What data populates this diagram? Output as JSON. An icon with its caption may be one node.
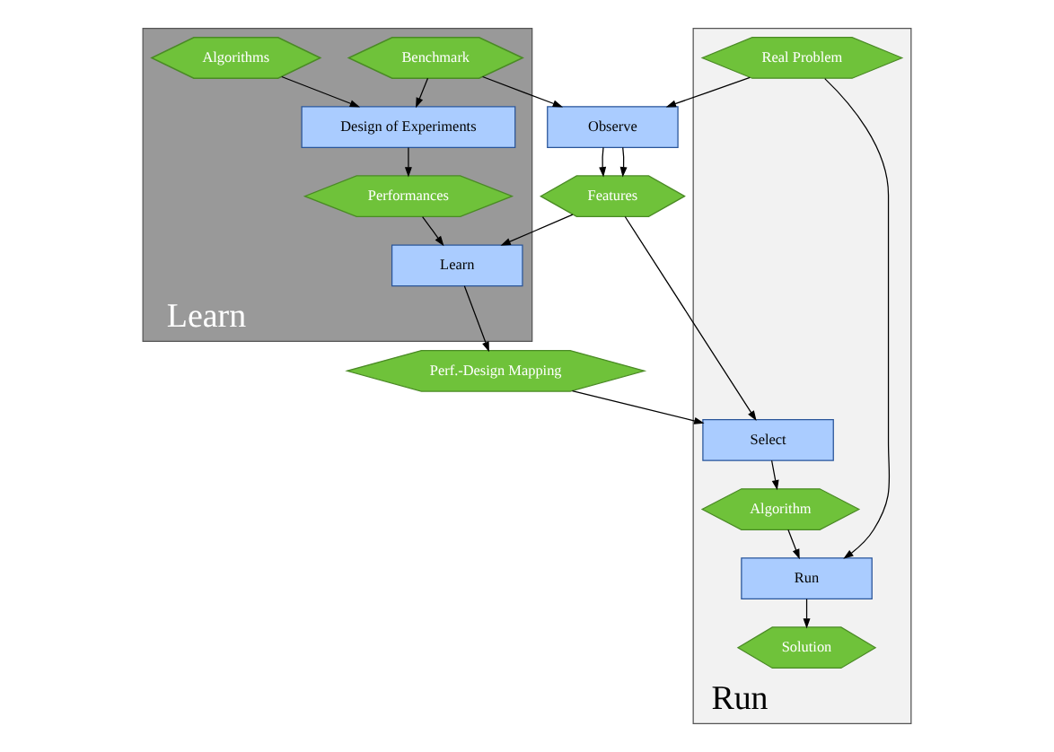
{
  "diagram": {
    "nodes": [
      {
        "text": [
          "Learn"
        ]
      },
      {
        "text": [
          "Algorithms"
        ],
        "in": 0
      },
      {
        "text": [
          "Benchmark"
        ],
        "in": 0
      },
      {
        "text": [
          "Design of Experiments"
        ],
        "in": 0
      },
      {
        "text": [
          "Performances"
        ],
        "in": 0
      },
      {
        "text": [
          "Learn"
        ],
        "in": 0
      },
      {
        "text": [
          "Run"
        ]
      },
      {
        "text": [
          "Solution"
        ],
        "in": 6
      },
      {
        "text": [
          "Real Problem"
        ],
        "in": 6
      },
      {
        "text": [
          "Run"
        ],
        "in": 6
      },
      {
        "text": [
          "Algorithm"
        ],
        "in": 6
      },
      {
        "text": [
          "Select"
        ],
        "in": 6
      },
      {
        "text": [
          "Observe"
        ]
      },
      {
        "text": [
          "Features"
        ]
      },
      {
        "text": [
          "Perf.-Design Mapping"
        ]
      }
    ],
    "edges": [
      {
        "from": 1,
        "to": 3,
        "arrow": "to"
      },
      {
        "from": 2,
        "to": 3,
        "arrow": "to"
      },
      {
        "from": 2,
        "to": 12,
        "arrow": "to"
      },
      {
        "from": 8,
        "to": 12,
        "arrow": "to"
      },
      {
        "from": 8,
        "to": 9,
        "arrow": "to"
      },
      {
        "from": 9,
        "to": 7,
        "arrow": "to"
      },
      {
        "from": 3,
        "to": 4,
        "arrow": "to"
      },
      {
        "from": 12,
        "to": 13,
        "arrow": "to"
      },
      {
        "from": 12,
        "to": 13,
        "arrow": "to"
      },
      {
        "from": 10,
        "to": 9,
        "arrow": "to"
      },
      {
        "from": 4,
        "to": 5,
        "arrow": "to"
      },
      {
        "from": 13,
        "to": 5,
        "arrow": "to"
      },
      {
        "from": 13,
        "to": 11,
        "arrow": "to"
      },
      {
        "from": 11,
        "to": 10,
        "arrow": "to"
      },
      {
        "from": 5,
        "to": 14,
        "arrow": "to"
      },
      {
        "from": 14,
        "to": 11,
        "arrow": "to"
      }
    ]
  }
}
